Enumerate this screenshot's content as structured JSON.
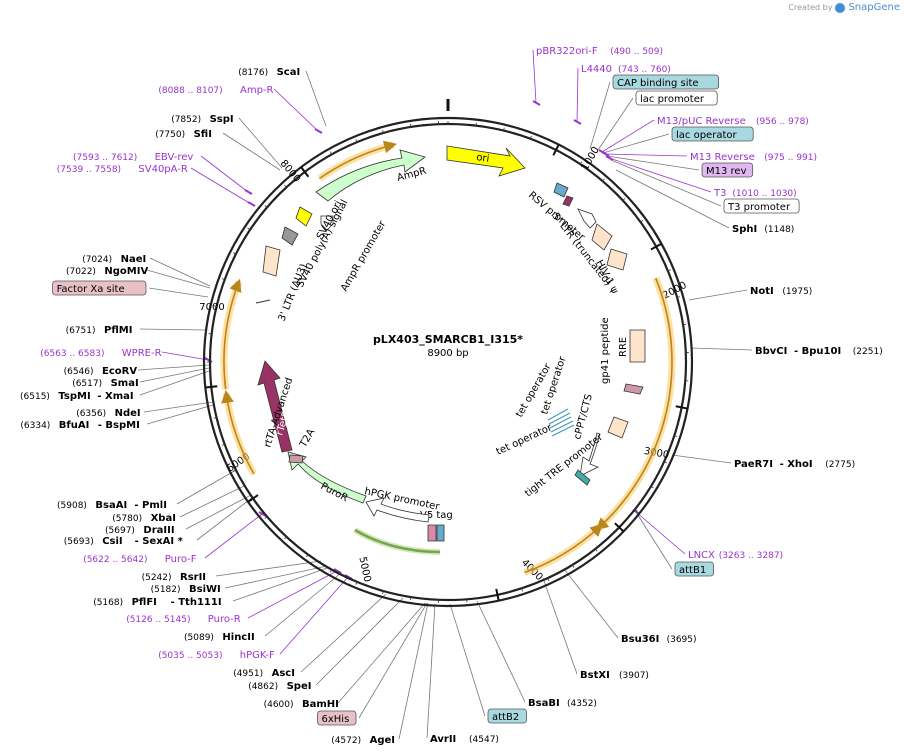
{
  "credit": {
    "prefix": "Created by",
    "brand": "SnapGene"
  },
  "plasmid": {
    "name": "pLX403_SMARCB1_I315*",
    "size": "8900 bp"
  },
  "ticks": [
    "1000",
    "2000",
    "3000",
    "4000",
    "5000",
    "6000",
    "7000",
    "8000"
  ],
  "features": [
    {
      "label": "ori",
      "name": "ori-feature",
      "color": "#ffff00"
    },
    {
      "label": "AmpR",
      "name": "ampr-feature",
      "color": "#ccffcc"
    },
    {
      "label": "AmpR promoter",
      "name": "ampr-promoter-feature"
    },
    {
      "label": "SV40 ori",
      "name": "sv40-ori-feature",
      "color": "#ffff00"
    },
    {
      "label": "SV40 poly(A) signal",
      "name": "sv40-polya-feature",
      "color": "#999999"
    },
    {
      "label": "3' LTR (ΔU3)",
      "name": "ltr3-feature",
      "color": "#ffe4cc"
    },
    {
      "label": "RSV promoter",
      "name": "rsv-promoter-feature"
    },
    {
      "label": "5' LTR (truncated)",
      "name": "ltr5-feature",
      "color": "#ffe4cc"
    },
    {
      "label": "HIV-1 ψ",
      "name": "hiv-psi-feature",
      "color": "#ffe4cc"
    },
    {
      "label": "RRE",
      "name": "rre-feature",
      "color": "#ffe4cc"
    },
    {
      "label": "gp41 peptide",
      "name": "gp41-feature",
      "color": "#cc99aa"
    },
    {
      "label": "cPPT/CTS",
      "name": "cppt-feature",
      "color": "#ffe4cc"
    },
    {
      "label": "tet operator",
      "name": "tet-operator-1"
    },
    {
      "label": "tet operator",
      "name": "tet-operator-2"
    },
    {
      "label": "tet operator",
      "name": "tet-operator-3"
    },
    {
      "label": "tight TRE promoter",
      "name": "tre-promoter-feature"
    },
    {
      "label": "V5 tag",
      "name": "v5-tag-feature"
    },
    {
      "label": "hPGK promoter",
      "name": "hpgk-promoter-feature"
    },
    {
      "label": "PuroR",
      "name": "puror-feature",
      "color": "#ccffcc"
    },
    {
      "label": "T2A",
      "name": "t2a-feature"
    },
    {
      "label": "rTetR",
      "name": "rtetr-feature",
      "color": "#993366"
    },
    {
      "label": "rtTA-Advanced",
      "name": "rtta-feature"
    }
  ],
  "right_labels": [
    {
      "text": "pBR322ori-F",
      "range": "(490 .. 509)",
      "type": "primer"
    },
    {
      "text": "L4440",
      "range": "(743 .. 760)",
      "type": "primer"
    },
    {
      "text": "CAP binding site",
      "type": "box-blue"
    },
    {
      "text": "lac promoter",
      "type": "box-white"
    },
    {
      "text": "M13/pUC Reverse",
      "range": "(956 .. 978)",
      "type": "primer"
    },
    {
      "text": "lac operator",
      "type": "box-blue"
    },
    {
      "text": "M13 Reverse",
      "range": "(975 .. 991)",
      "type": "primer"
    },
    {
      "text": "M13 rev",
      "type": "box-purple"
    },
    {
      "text": "T3",
      "range": "(1010 .. 1030)",
      "type": "primer"
    },
    {
      "text": "T3 promoter",
      "type": "box-white"
    },
    {
      "text": "SphI",
      "range": "(1148)",
      "type": "site"
    },
    {
      "text": "NotI",
      "range": "(1975)",
      "type": "site"
    },
    {
      "text": "BbvCI",
      "extra": "- Bpu10I",
      "range": "(2251)",
      "type": "site"
    },
    {
      "text": "PaeR7I",
      "extra": "- XhoI",
      "range": "(2775)",
      "type": "site"
    },
    {
      "text": "LNCX",
      "range": "(3263 .. 3287)",
      "type": "primer"
    },
    {
      "text": "attB1",
      "type": "box-teal"
    },
    {
      "text": "Bsu36I",
      "range": "(3695)",
      "type": "site"
    },
    {
      "text": "BstXI",
      "range": "(3907)",
      "type": "site"
    },
    {
      "text": "BsaBI",
      "range": "(4352)",
      "type": "site"
    },
    {
      "text": "attB2",
      "type": "box-teal"
    },
    {
      "text": "AvrII",
      "range": "(4547)",
      "type": "site"
    }
  ],
  "left_labels": [
    {
      "text": "ScaI",
      "range": "(8176)",
      "type": "site"
    },
    {
      "text": "Amp-R",
      "range": "(8088 .. 8107)",
      "type": "primer"
    },
    {
      "text": "SspI",
      "range": "(7852)",
      "type": "site"
    },
    {
      "text": "SfiI",
      "range": "(7750)",
      "type": "site"
    },
    {
      "text": "EBV-rev",
      "range": "(7593 .. 7612)",
      "type": "primer"
    },
    {
      "text": "SV40pA-R",
      "range": "(7539 .. 7558)",
      "type": "primer"
    },
    {
      "text": "NaeI",
      "range": "(7024)",
      "type": "site"
    },
    {
      "text": "NgoMIV",
      "range": "(7022)",
      "type": "site"
    },
    {
      "text": "Factor Xa site",
      "type": "box-pink"
    },
    {
      "text": "PflMI",
      "range": "(6751)",
      "type": "site"
    },
    {
      "text": "WPRE-R",
      "range": "(6563 .. 6583)",
      "type": "primer"
    },
    {
      "text": "EcoRV",
      "range": "(6546)",
      "type": "site"
    },
    {
      "text": "SmaI",
      "range": "(6517)",
      "type": "site"
    },
    {
      "text": "TspMI",
      "extra": "- XmaI",
      "range": "(6515)",
      "type": "site"
    },
    {
      "text": "NdeI",
      "range": "(6356)",
      "type": "site"
    },
    {
      "text": "BfuAI",
      "extra": "- BspMI",
      "range": "(6334)",
      "type": "site"
    },
    {
      "text": "BsaAI",
      "extra": "- PmlI",
      "range": "(5908)",
      "type": "site"
    },
    {
      "text": "XbaI",
      "range": "(5780)",
      "type": "site"
    },
    {
      "text": "DraIII",
      "range": "(5697)",
      "type": "site"
    },
    {
      "text": "CsiI",
      "extra": "- SexAI *",
      "range": "(5693)",
      "type": "site"
    },
    {
      "text": "Puro-F",
      "range": "(5622 .. 5642)",
      "type": "primer"
    },
    {
      "text": "RsrII",
      "range": "(5242)",
      "type": "site"
    },
    {
      "text": "BsiWI",
      "range": "(5182)",
      "type": "site"
    },
    {
      "text": "PflFI",
      "extra": "- Tth111I",
      "range": "(5168)",
      "type": "site"
    },
    {
      "text": "Puro-R",
      "range": "(5126 .. 5145)",
      "type": "primer"
    },
    {
      "text": "HincII",
      "range": "(5089)",
      "type": "site"
    },
    {
      "text": "hPGK-F",
      "range": "(5035 .. 5053)",
      "type": "primer"
    },
    {
      "text": "AscI",
      "range": "(4951)",
      "type": "site"
    },
    {
      "text": "SpeI",
      "range": "(4862)",
      "type": "site"
    },
    {
      "text": "BamHI",
      "range": "(4600)",
      "type": "site"
    },
    {
      "text": "6xHis",
      "type": "box-pink"
    },
    {
      "text": "AgeI",
      "range": "(4572)",
      "type": "site"
    }
  ],
  "colors": {
    "primer": "#9933cc",
    "site": "#000000",
    "ring": "#222222",
    "orf_arrow": "#b8861b",
    "orf_glow": "#ffcc66",
    "tre_green": "#447722"
  }
}
